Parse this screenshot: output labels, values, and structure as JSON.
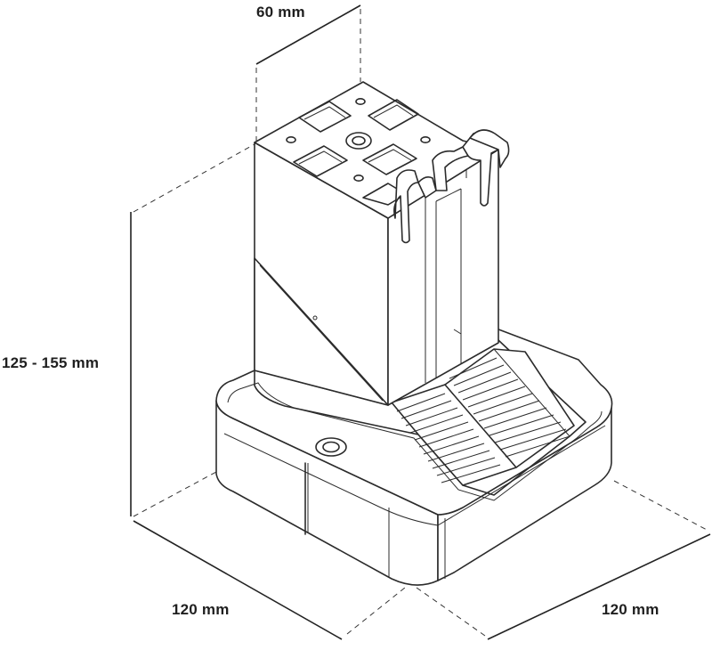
{
  "dimensions": {
    "top_width": "60 mm",
    "height": "125 - 155 mm",
    "base_left": "120 mm",
    "base_right": "120 mm"
  },
  "colors": {
    "line": "#2b2b2b",
    "background": "#ffffff"
  }
}
